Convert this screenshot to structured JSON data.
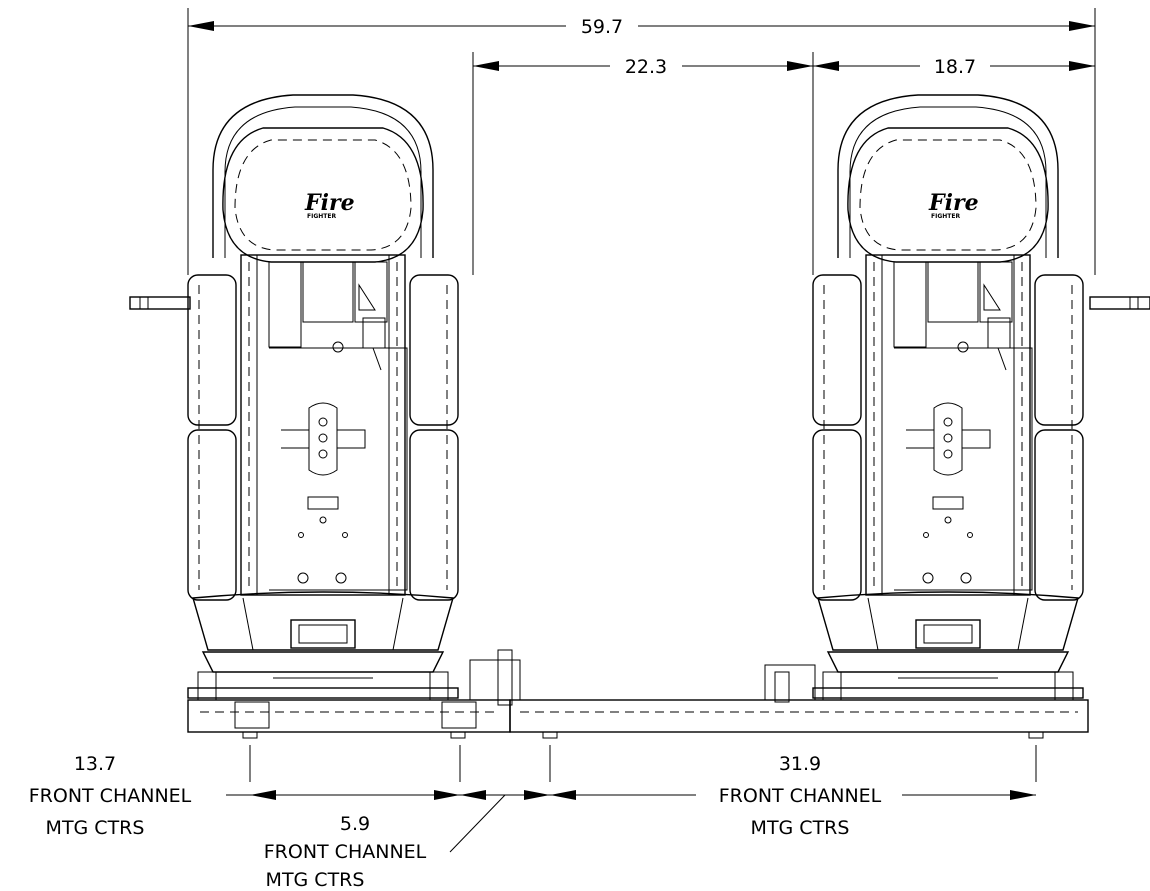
{
  "dimensions": {
    "overall_width": "59.7",
    "seat_gap": "22.3",
    "right_seat_width": "18.7",
    "left_channel_value": "13.7",
    "middle_channel_value": "5.9",
    "right_channel_value": "31.9",
    "channel_label_line1": "FRONT CHANNEL",
    "channel_label_line2": "MTG CTRS"
  },
  "seat_logo": {
    "main": "Fire",
    "sub": "FIGHTER"
  }
}
